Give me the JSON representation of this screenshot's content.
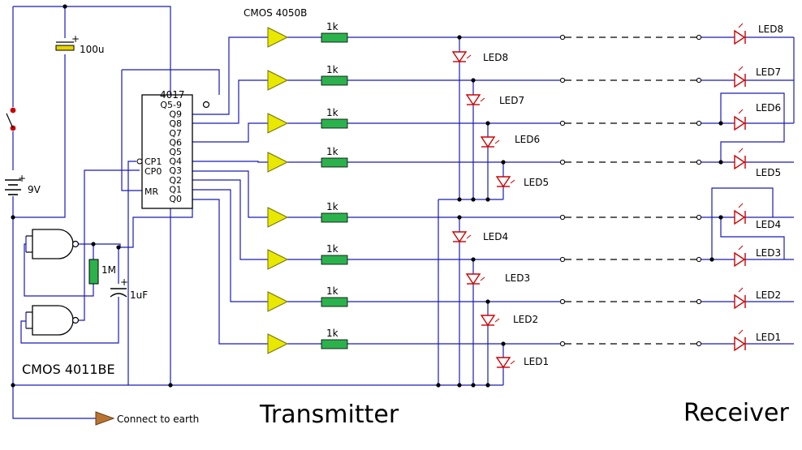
{
  "colors": {
    "wire": "#1a1ab8",
    "resistor": "#2bb24c",
    "buffer": "#e8e800",
    "led": "#cc0000",
    "heading": "#ff0000",
    "capacitor": "#e8d400",
    "earth_arrow": "#b87333"
  },
  "labels": {
    "buffer_chip": "CMOS  4050B",
    "counter_chip": "4017",
    "nand_chip": "CMOS 4011BE",
    "cap_big": "100u",
    "cap_small": "1uF",
    "resistor_1m": "1M",
    "battery": "9V",
    "earth": "Connect to earth",
    "transmitter": "Transmitter",
    "receiver": "Receiver",
    "plus": "+",
    "resistor_value": "1k"
  },
  "counter_pins_right": [
    "Q5-9",
    "Q9",
    "Q8",
    "Q7",
    "Q6",
    "Q5",
    "Q4",
    "Q3",
    "Q2",
    "Q1",
    "Q0"
  ],
  "counter_pins_left": [
    "CP1",
    "CP0",
    "MR"
  ],
  "transmitter_leds": [
    "LED8",
    "LED7",
    "LED6",
    "LED5",
    "LED4",
    "LED3",
    "LED2",
    "LED1"
  ],
  "receiver_leds": [
    "LED8",
    "LED7",
    "LED6",
    "LED5",
    "LED4",
    "LED3",
    "LED2",
    "LED1"
  ]
}
